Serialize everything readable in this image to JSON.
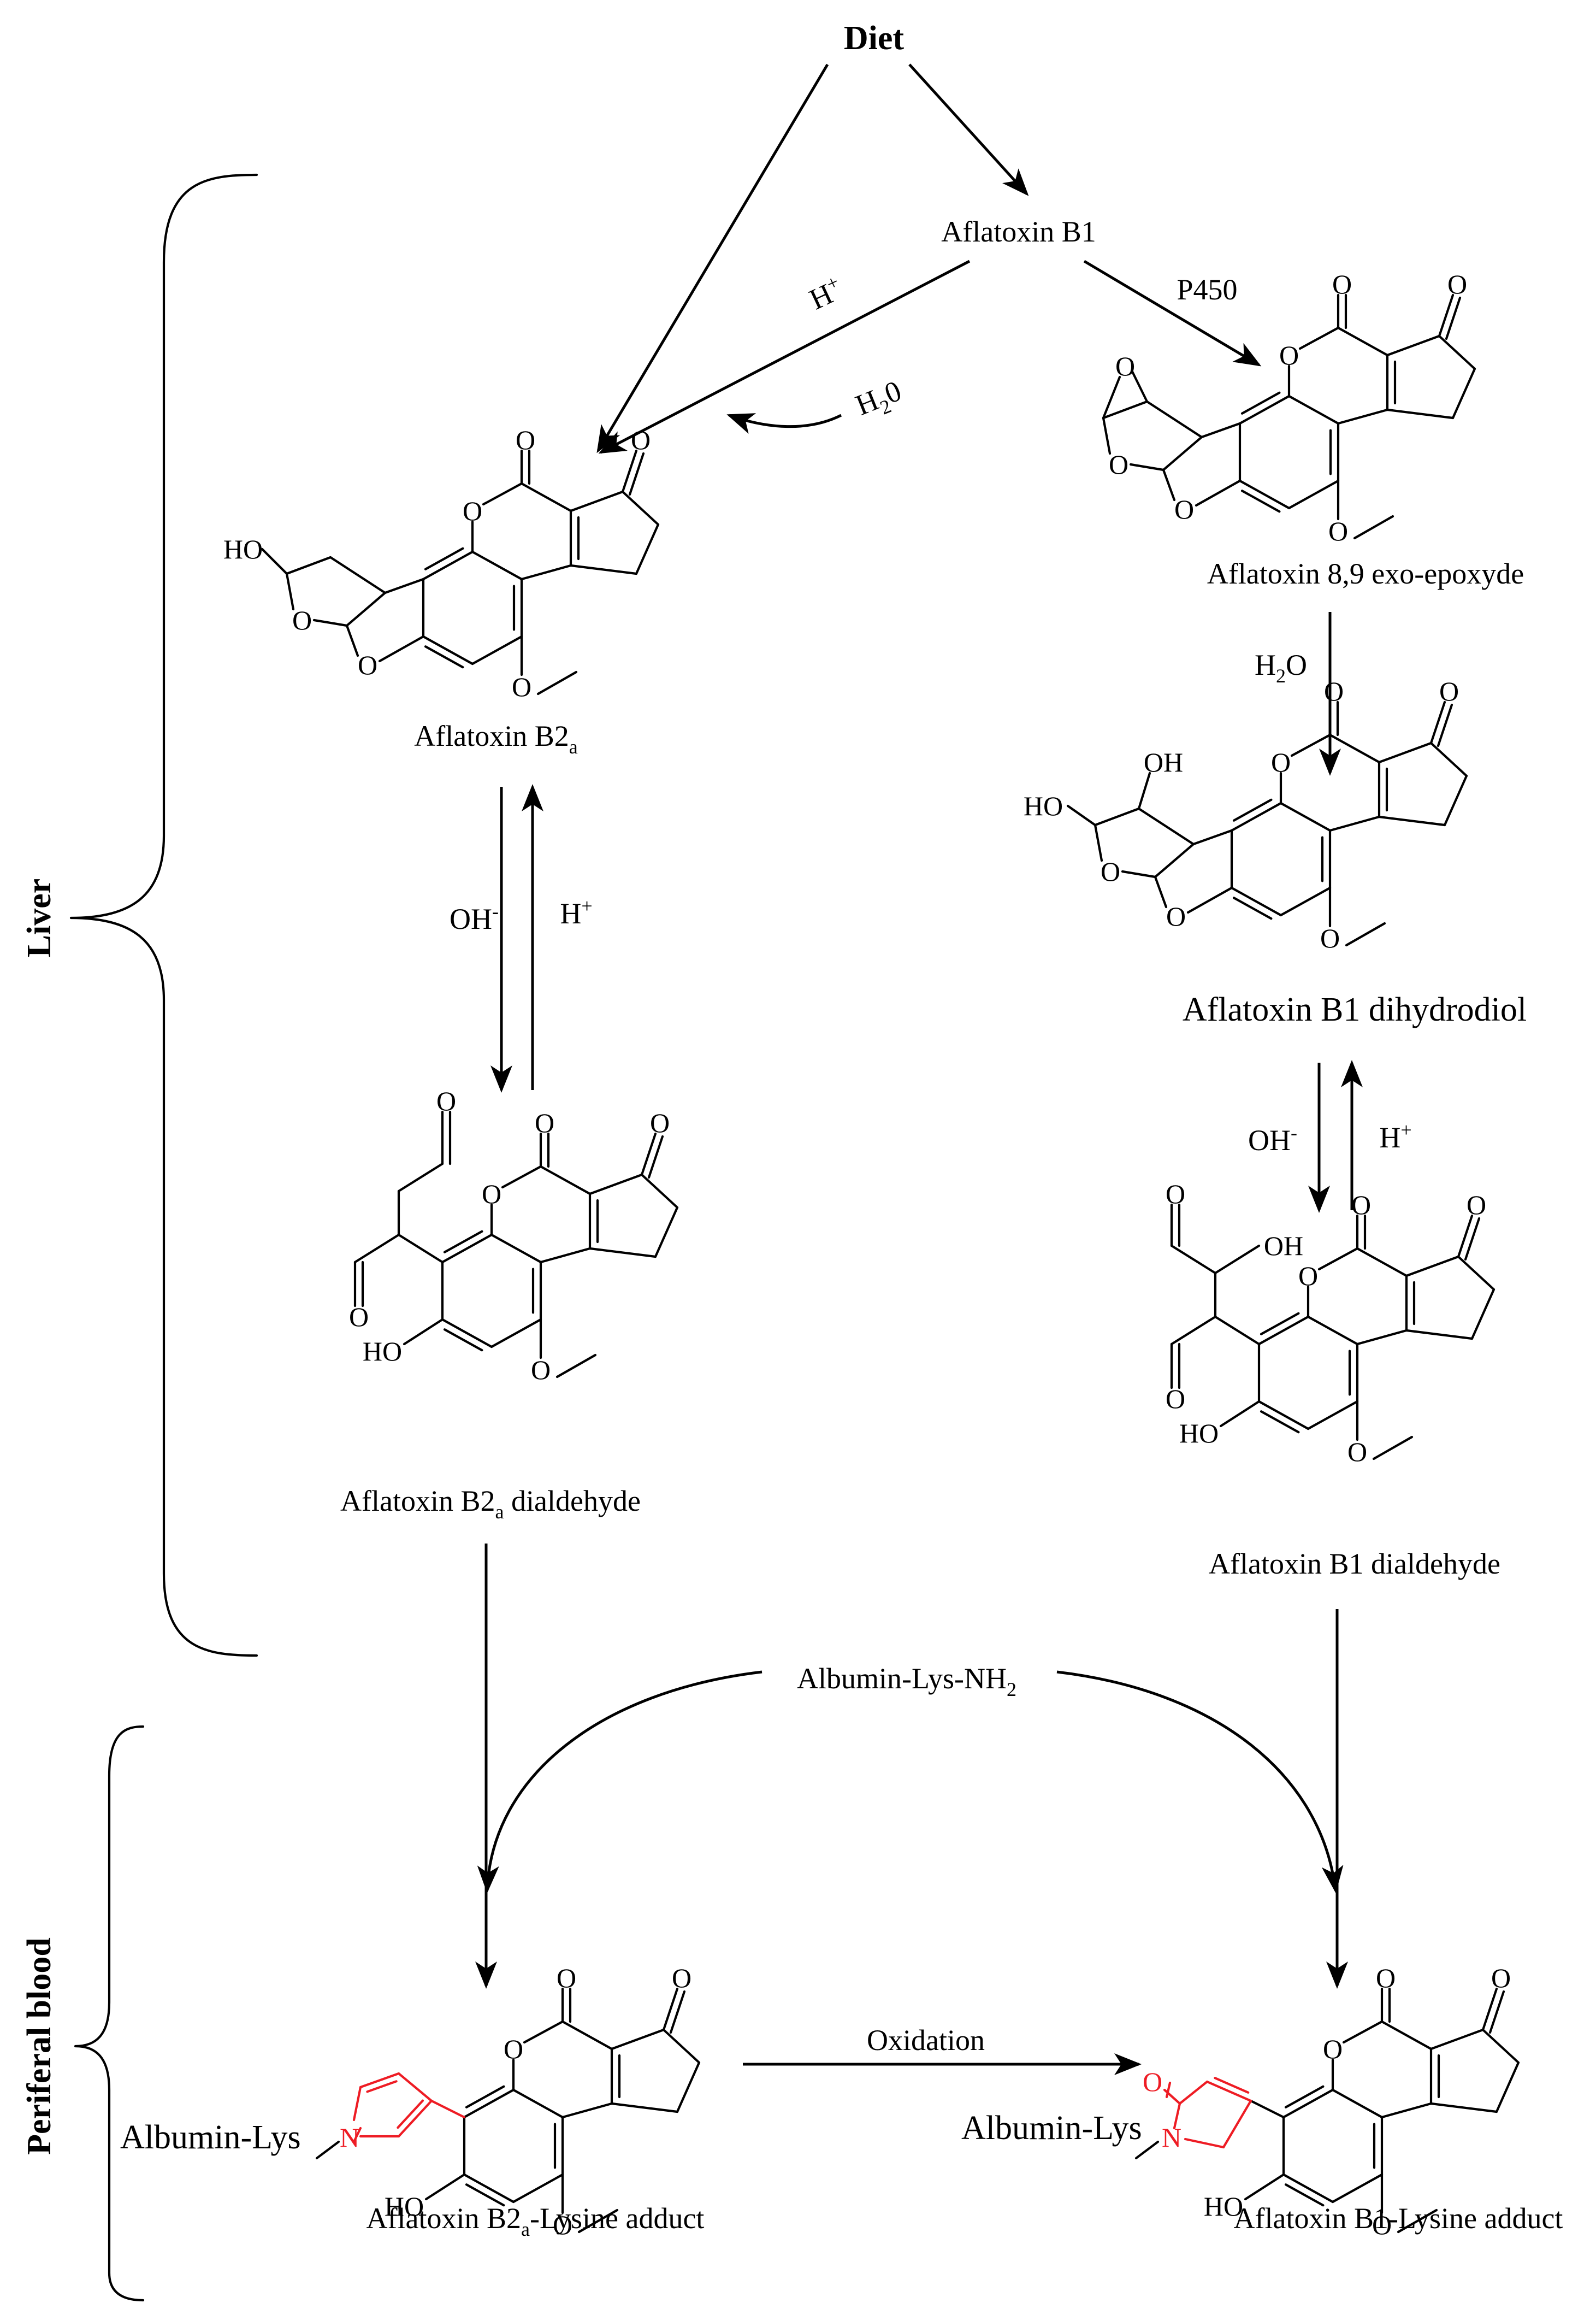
{
  "top": {
    "diet": "Diet"
  },
  "compartments": {
    "liver": "Liver",
    "blood": "Periferal blood"
  },
  "compounds": {
    "afb1": "Aflatoxin B1",
    "b2a": {
      "pre": "Aflatoxin B2",
      "sub": "a",
      "post": ""
    },
    "epoxide": "Aflatoxin 8,9 exo-epoxyde",
    "dihydrodiol": "Aflatoxin B1 dihydrodiol",
    "b2a_dial": {
      "pre": "Aflatoxin B2",
      "sub": "a",
      "post": " dialdehyde"
    },
    "b1_dial": "Aflatoxin B1 dialdehyde",
    "b2a_lys": {
      "pre": "Aflatoxin B2",
      "sub": "a",
      "post": "-Lysine adduct"
    },
    "b1_lys": "Aflatoxin B1-Lysine adduct"
  },
  "reagents": {
    "h_plus": {
      "base": "H",
      "sup": "+"
    },
    "h2o_left": {
      "base": "H",
      "sub": "2",
      "post": "0"
    },
    "p450": "P450",
    "h2o_right": {
      "base": "H",
      "sub": "2",
      "post": "O"
    },
    "oh_minus": {
      "base": "OH",
      "sup": "-"
    },
    "albumin": {
      "base": "Albumin-Lys-NH",
      "sub": "2"
    },
    "oxidation": "Oxidation",
    "albumin_lys": "Albumin-Lys"
  },
  "atoms": {
    "o": "O",
    "ho": "HO",
    "oh": "OH",
    "n": "N"
  },
  "colors": {
    "line": "#000000",
    "adduct_ring": "#ee1c24",
    "background": "#ffffff"
  }
}
